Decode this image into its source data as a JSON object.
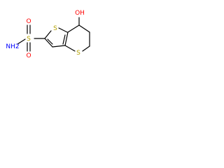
{
  "molecule": {
    "atoms": {
      "sulfonyl_sulfur": "S",
      "sulfonyl_oxygen_top": "O",
      "sulfonyl_oxygen_bottom": "O",
      "amine": "NH2",
      "thiophene_sulfur": "S",
      "thiopyran_sulfur": "S",
      "hydroxyl": "OH"
    }
  },
  "colors": {
    "bond": "#000000",
    "sulfur": "#b3a100",
    "oxygen": "#ff0000",
    "nitrogen": "#0000ff",
    "background": "#ffffff"
  }
}
